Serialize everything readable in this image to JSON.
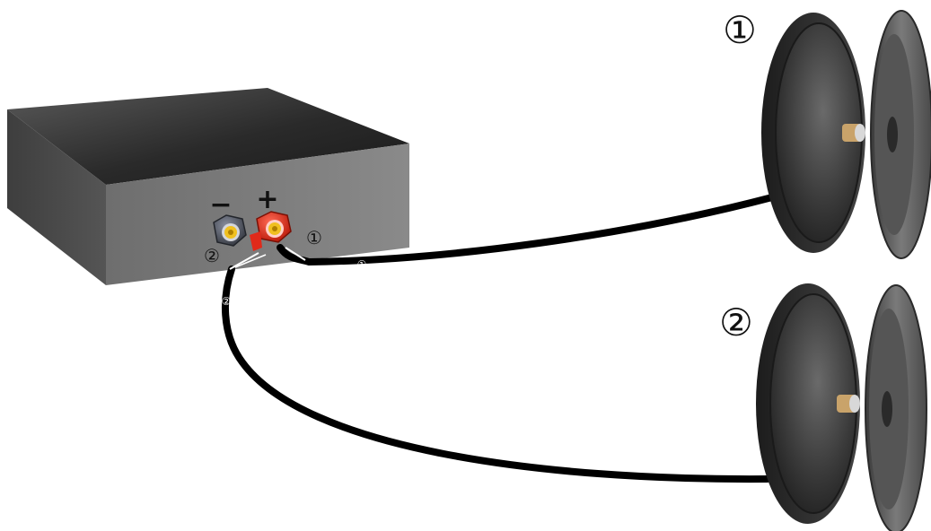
{
  "amplifier": {
    "minus_sign": "−",
    "plus_sign": "+",
    "terminal_minus_number": "②",
    "terminal_plus_number": "①"
  },
  "cables": {
    "cable1_tag": "①",
    "cable2_tag": "②"
  },
  "speakers": {
    "speaker1_label": "①",
    "speaker2_label": "②"
  },
  "colors": {
    "box_top": "#3c3c3c",
    "box_front": "#7a7a7a",
    "terminal_plus": "#e02a1a",
    "terminal_minus": "#555a66",
    "terminal_core": "#f0c020",
    "cable": "#000000",
    "speaker_dish": "#2e2e2e"
  },
  "icons": [
    "amplifier-box",
    "binding-post-plus",
    "binding-post-minus",
    "speaker-cable",
    "speaker-driver"
  ]
}
